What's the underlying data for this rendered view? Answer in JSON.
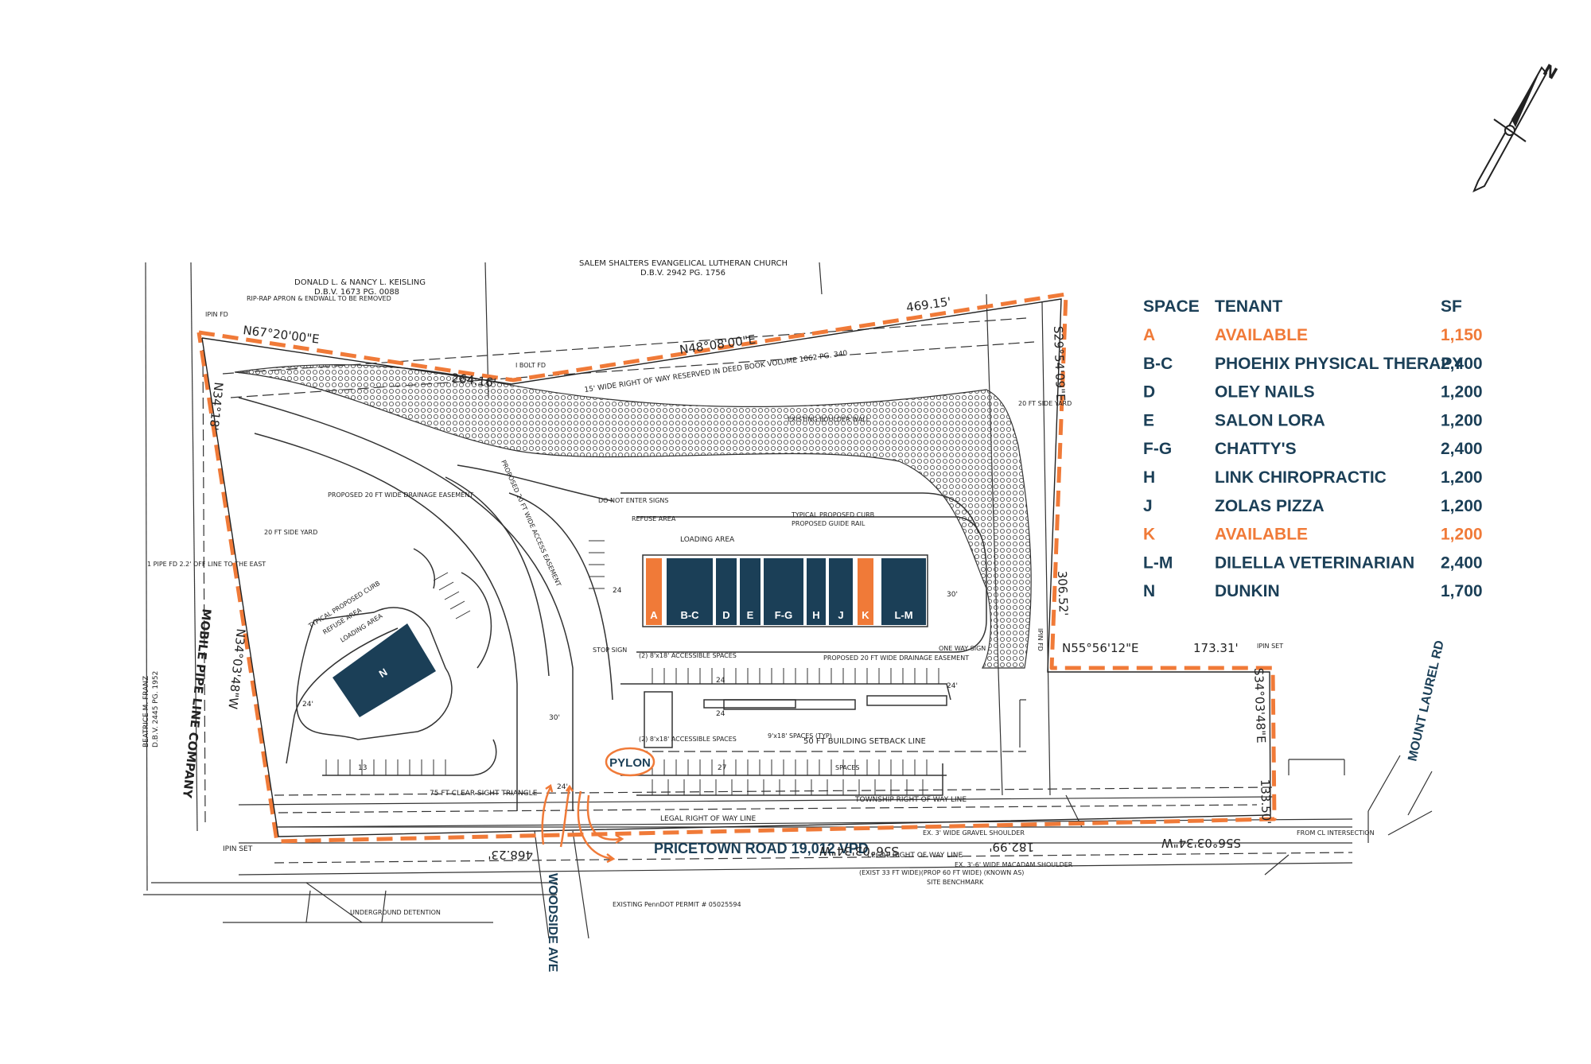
{
  "north_label": "N",
  "colors": {
    "navy": "#1b3f57",
    "orange": "#f07a38",
    "line": "#222222"
  },
  "table": {
    "headers": [
      "SPACE",
      "TENANT",
      "SF"
    ],
    "rows": [
      {
        "space": "A",
        "tenant": "AVAILABLE",
        "sf": "1,150",
        "highlight": true
      },
      {
        "space": "B-C",
        "tenant": "PHOEHIX PHYSICAL THERAPY",
        "sf": "2,400",
        "highlight": false
      },
      {
        "space": "D",
        "tenant": "OLEY NAILS",
        "sf": "1,200",
        "highlight": false
      },
      {
        "space": "E",
        "tenant": "SALON LORA",
        "sf": "1,200",
        "highlight": false
      },
      {
        "space": "F-G",
        "tenant": "CHATTY'S",
        "sf": "2,400",
        "highlight": false
      },
      {
        "space": "H",
        "tenant": "LINK CHIROPRACTIC",
        "sf": "1,200",
        "highlight": false
      },
      {
        "space": "J",
        "tenant": "ZOLAS PIZZA",
        "sf": "1,200",
        "highlight": false
      },
      {
        "space": "K",
        "tenant": "AVAILABLE",
        "sf": "1,200",
        "highlight": true
      },
      {
        "space": "L-M",
        "tenant": "DILELLA VETERINARIAN",
        "sf": "2,400",
        "highlight": false
      },
      {
        "space": "N",
        "tenant": "DUNKIN",
        "sf": "1,700",
        "highlight": false
      }
    ]
  },
  "units": [
    "A",
    "B-C",
    "D",
    "E",
    "F-G",
    "H",
    "J",
    "K",
    "L-M"
  ],
  "pad_label": "N",
  "roads": {
    "pricetown": "PRICETOWN ROAD 19,012 VPD",
    "woodside": "WOODSIDE AVE",
    "mount_laurel": "MOUNT LAUREL RD"
  },
  "pylon": "PYLON",
  "owners": {
    "keisling": "DONALD L. & NANCY L. KEISLING",
    "keisling_deed": "D.B.V. 1673 PG. 0088",
    "church": "SALEM SHALTERS EVANGELICAL LUTHERAN CHURCH",
    "church_deed": "D.B.V. 2942 PG. 1756",
    "pipeline": "MOBILE PIPE LINE COMPANY",
    "franz": "BEATRICE M. FRANZ",
    "franz_deed": "D.B.V. 2445 PG. 1952"
  },
  "bearings": {
    "b1": "N67°20'00\"E",
    "b2": "N48°08'00\"E",
    "b3": "S29°54'09\"E",
    "b4": "N55°56'12\"E",
    "b5": "S34°03'48\"E",
    "b6": "S56°03'34\"W",
    "b7": "S56°03'34\"W",
    "b8": "N34°18'",
    "b9": "N34°03'48\"W"
  },
  "distances": {
    "d1": "264.16'",
    "d2": "469.15'",
    "d3": "306.52'",
    "d4": "173.31'",
    "d5": "133.50'",
    "d6": "182.99'",
    "d7": "468.23'"
  },
  "notes": {
    "loading_area": "LOADING AREA",
    "loading_area_pad": "LOADING AREA",
    "refuse": "REFUSE AREA",
    "refuse_pad": "REFUSE AREA",
    "row_easement": "15' WIDE RIGHT OF WAY RESERVED IN DEED BOOK VOLUME 1062 PG. 340",
    "boulder": "EXISTING BOULDER WALL",
    "drainage": "PROPOSED 20 FT WIDE DRAINAGE EASEMENT",
    "drainage2": "PROPOSED 20 FT WIDE DRAINAGE EASEMENT",
    "access_easement": "PROPOSED 20 FT WIDE ACCESS EASEMENT",
    "curb": "TYPICAL PROPOSED CURB",
    "guide_rail": "PROPOSED GUIDE RAIL",
    "typical_curb_pad": "TYPICAL PROPOSED CURB",
    "side_yard": "20 FT SIDE YARD",
    "side_yard_left": "20 FT SIDE YARD",
    "do_not_enter": "DO NOT ENTER SIGNS",
    "stop_sign": "STOP SIGN",
    "one_way": "ONE WAY SIGN",
    "accessible": "(2) 8'x18' ACCESSIBLE SPACES",
    "accessible2": "(2) 8'x18' ACCESSIBLE SPACES",
    "spaces_typ": "9'x18' SPACES (TYP)",
    "setback": "50 FT BUILDING SETBACK LINE",
    "township_row": "TOWNSHIP RIGHT OF WAY LINE",
    "legal_row": "LEGAL RIGHT OF WAY LINE",
    "legal_row2": "LEGAL RIGHT OF WAY LINE",
    "sight_triangle": "75 FT CLEAR SIGHT TRIANGLE",
    "ipin_set": "IPIN SET",
    "ipin_set2": "IPIN SET",
    "ipin_fd": "IPIN FD",
    "ipin_fd2": "IPIN FD",
    "ibolt": "I BOLT FD",
    "pipe_fd": "1 PIPE FD 2.2' OFF LINE TO THE EAST",
    "existing_permit": "EXISTING PennDOT PERMIT # 05025594",
    "site_benchmark": "SITE BENCHMARK",
    "road_width": "(EXIST 33 FT WIDE)(PROP 60 FT WIDE) (KNOWN AS)",
    "riprap": "RIP-RAP APRON & ENDWALL TO BE REMOVED",
    "gravel": "EX. 3' WIDE GRAVEL SHOULDER",
    "macadam": "EX. 3'-6' WIDE MACADAM SHOULDER",
    "underground": "UNDERGROUND DETENTION",
    "from_cl": "FROM CL INTERSECTION",
    "spaces": "SPACES"
  },
  "counts": [
    "24",
    "24",
    "27",
    "13",
    "24",
    "24'",
    "24'",
    "30'",
    "30'",
    "24'"
  ]
}
